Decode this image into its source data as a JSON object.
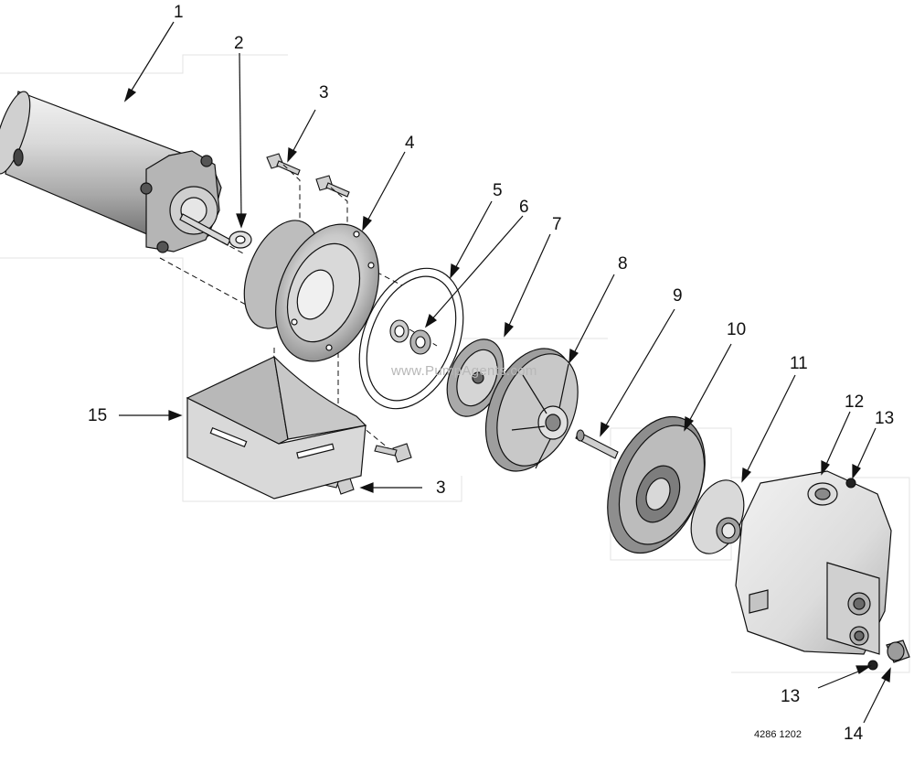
{
  "diagram": {
    "callouts": {
      "c1": "1",
      "c2": "2",
      "c3a": "3",
      "c4": "4",
      "c5": "5",
      "c6": "6",
      "c7": "7",
      "c8": "8",
      "c9": "9",
      "c10": "10",
      "c11": "11",
      "c12": "12",
      "c13a": "13",
      "c15": "15",
      "c3b": "3",
      "c13b": "13",
      "c14": "14"
    },
    "watermark": "www.PumpAgents.com",
    "drawing_number": "4286 1202"
  },
  "colors": {
    "line": "#111111",
    "metal_light": "#e6e6e6",
    "metal_mid": "#bdbdbd",
    "metal_dark": "#7a7a7a"
  }
}
